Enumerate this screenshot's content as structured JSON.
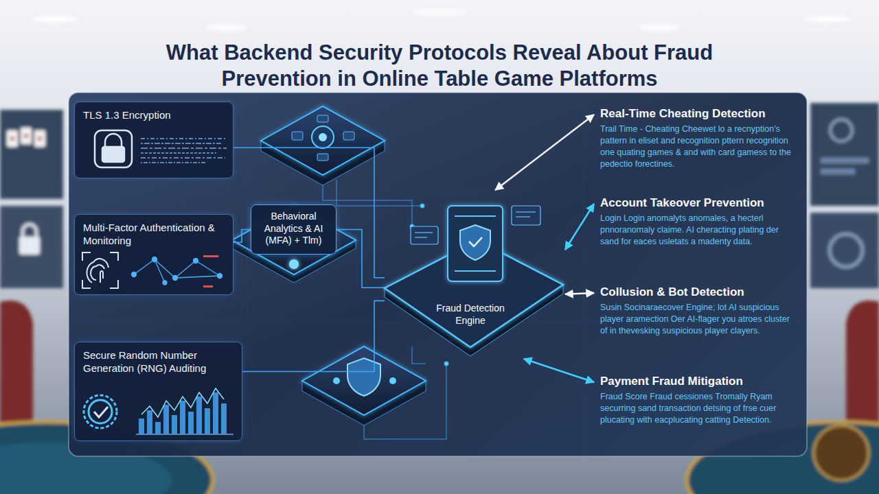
{
  "diagram": {
    "title": "What Backend Security Protocols Reveal About Fraud Prevention in Online Table Game Platforms",
    "nodes": [
      {
        "text": [
          "TLS 1.3 Encryption"
        ]
      },
      {
        "text": [
          "Multi-Factor Authentication & Monitoring"
        ]
      },
      {
        "text": [
          "Secure Random Number Generation (RNG) Auditing"
        ]
      },
      {
        "text": [
          "Behavioral Analytics & AI (MFA) + Tlm)"
        ]
      },
      {
        "text": [
          "Fraud Detection Engine"
        ]
      },
      {
        "text": [
          "Real-Time Cheating Detection",
          "Trail Time - Cheating Cheewet lo a recnyption's pattern in eliset and recognition pttern recognition one quating games & and with card gamess to the pedectio forectines."
        ]
      },
      {
        "text": [
          "Account Takeover Prevention",
          "Login Login anomalyts anomales, a hecterl pnnoranomaly claime. AI cheracting plating der sand for eaces usletats a madenty data."
        ]
      },
      {
        "text": [
          "Collusion & Bot Detection",
          "Susin Socinaraecover Engine; lot AI suspicious player aramection Oer AI-flager you atroes cluster of in thevesking suspicious player clayers."
        ]
      },
      {
        "text": [
          "Payment Fraud Mitigation",
          "Fraud Score Fraud cessiones Tromally Ryam securring sand transaction detsing of frse cuer plucating with eacplucating catting Detection."
        ]
      }
    ],
    "edges": [
      {
        "from": 0,
        "to": 4,
        "arrow": "none"
      },
      {
        "from": 1,
        "to": 3,
        "arrow": "none"
      },
      {
        "from": 3,
        "to": 4,
        "arrow": "none"
      },
      {
        "from": 2,
        "to": 4,
        "arrow": "none"
      },
      {
        "from": 5,
        "to": 4,
        "arrow": "both"
      },
      {
        "from": 6,
        "to": 4,
        "arrow": "both"
      },
      {
        "from": 7,
        "to": 4,
        "arrow": "both"
      },
      {
        "from": 8,
        "to": 4,
        "arrow": "both"
      }
    ]
  }
}
